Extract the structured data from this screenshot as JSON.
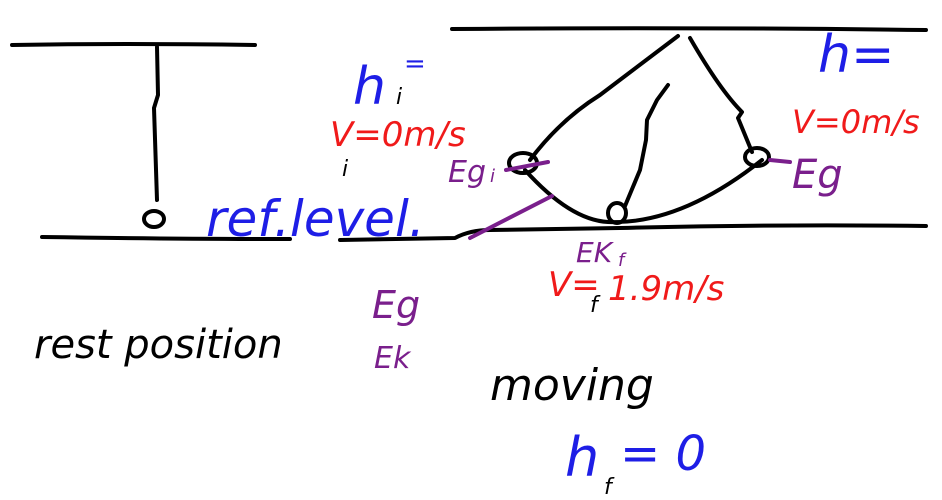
{
  "colors": {
    "ink": "#000000",
    "blue": "#1e1ee6",
    "red": "#f01a1a",
    "purple": "#7a1f8c"
  },
  "labels": {
    "h_i_symbol": "h",
    "h_i_sub": "i",
    "h_i_eq": "=",
    "v_i": "V=0m/s",
    "i_mark": "i",
    "ref_level": "ref.level.",
    "eg_i_symbol": "Eg",
    "eg_i_sub": "i",
    "h_right": "h=",
    "v_right": "V=0m/s",
    "eg_right": "Eg",
    "ek_f": "EK",
    "ek_f_sub": "f",
    "v_f_prefix": "V=",
    "v_f_sub": "f",
    "v_f_value": "1.9m/s",
    "eg_lower": "Eg",
    "ek_lower": "Ek",
    "rest_position": "rest position",
    "moving": "moving",
    "h_f_symbol": "h",
    "h_f_sub": "f",
    "h_f_value": "= 0"
  }
}
